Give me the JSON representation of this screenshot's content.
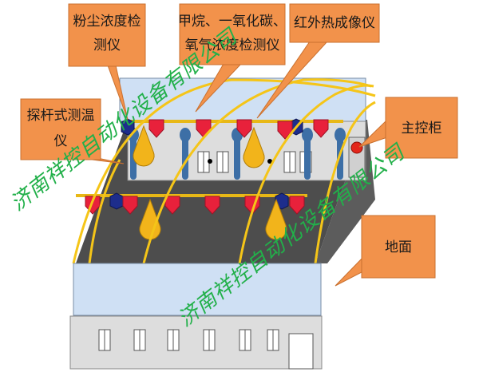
{
  "labels": {
    "dust": [
      "粉尘浓度检",
      "测仪"
    ],
    "gas": [
      "甲烷、一氧化碳、",
      "氧气浓度检测仪"
    ],
    "thermal": "红外热成像仪",
    "probe": [
      "探杆式测温",
      "仪"
    ],
    "cabinet": "主控柜",
    "ground": "地面"
  },
  "watermarks": {
    "primary": "济南祥控自动化设备有限公司",
    "secondary": "济南祥控自动化设备有限公司"
  },
  "colors": {
    "callout_fill": "#f2924b",
    "callout_stroke": "#c9702f",
    "watermark": "#22b04a",
    "arch": "#f5c518",
    "shed_blue": "#cfe0f4",
    "building_gray": "#dddddd",
    "dark_floor": "#4d4d4d",
    "rail": "#e8b816",
    "red_sensor": "#e8213b",
    "navy_sensor": "#1d2d8c",
    "steel_probe": "#3d6fa6",
    "yellow_drop": "#f2b41b",
    "cabinet_red": "#e3261b"
  }
}
